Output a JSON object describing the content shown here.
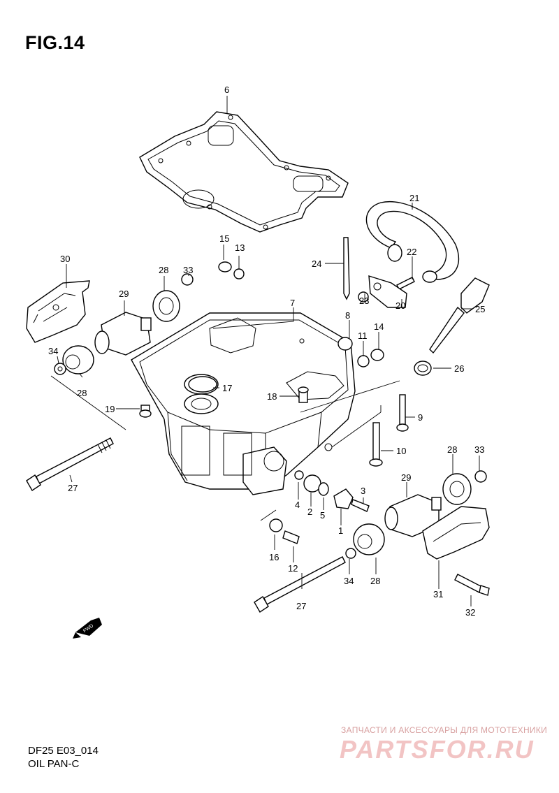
{
  "figure": {
    "title": "FIG.14",
    "model_code": "DF25 E03_014",
    "assembly_name": "OIL PAN-C",
    "fwd_arrow_label": "FWD"
  },
  "watermark": {
    "line1": "ЗАПЧАСТИ И АКСЕССУАРЫ ДЛЯ МОТОТЕХНИКИ",
    "line2": "PARTSFOR.RU"
  },
  "callouts": {
    "c1": "1",
    "c2": "2",
    "c3": "3",
    "c4": "4",
    "c5": "5",
    "c6": "6",
    "c7": "7",
    "c8": "8",
    "c9": "9",
    "c10": "10",
    "c11": "11",
    "c12": "12",
    "c13": "13",
    "c14": "14",
    "c15": "15",
    "c16": "16",
    "c17": "17",
    "c18": "18",
    "c19": "19",
    "c20": "20",
    "c21": "21",
    "c22": "22",
    "c23": "23",
    "c24": "24",
    "c25": "25",
    "c26": "26",
    "c27a": "27",
    "c27b": "27",
    "c28a": "28",
    "c28b": "28",
    "c28c": "28",
    "c28d": "28",
    "c29a": "29",
    "c29b": "29",
    "c30": "30",
    "c31": "31",
    "c32": "32",
    "c33a": "33",
    "c33b": "33",
    "c34a": "34",
    "c34b": "34"
  },
  "colors": {
    "line": "#000000",
    "watermark": "#f2c4c4"
  }
}
